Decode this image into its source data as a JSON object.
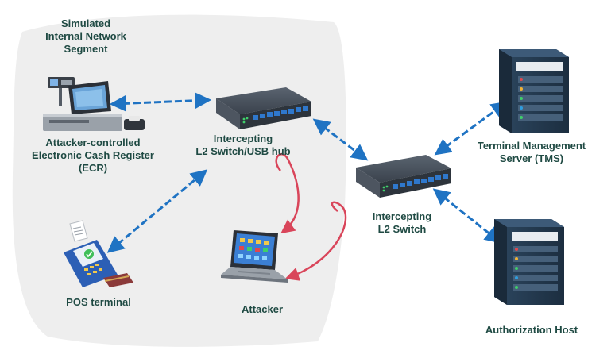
{
  "segment": {
    "line1": "Simulated",
    "line2": "Internal Network",
    "line3": "Segment"
  },
  "ecr": {
    "line1": "Attacker-controlled",
    "line2": "Electronic Cash Register",
    "line3": "(ECR)"
  },
  "switch_hub": {
    "line1": "Intercepting",
    "line2": "L2 Switch/USB hub"
  },
  "switch2": {
    "line1": "Intercepting",
    "line2": "L2 Switch"
  },
  "tms": {
    "line1": "Terminal Management",
    "line2": "Server (TMS)"
  },
  "auth_host": {
    "label": "Authorization Host"
  },
  "pos": {
    "label": "POS terminal"
  },
  "attacker": {
    "label": "Attacker"
  },
  "colors": {
    "region_fill": "#eeeeee",
    "link_arrow": "#1f73c3",
    "attack_arrow": "#d9455a",
    "label_text": "#1f4a43",
    "server_body": "#23384d"
  }
}
